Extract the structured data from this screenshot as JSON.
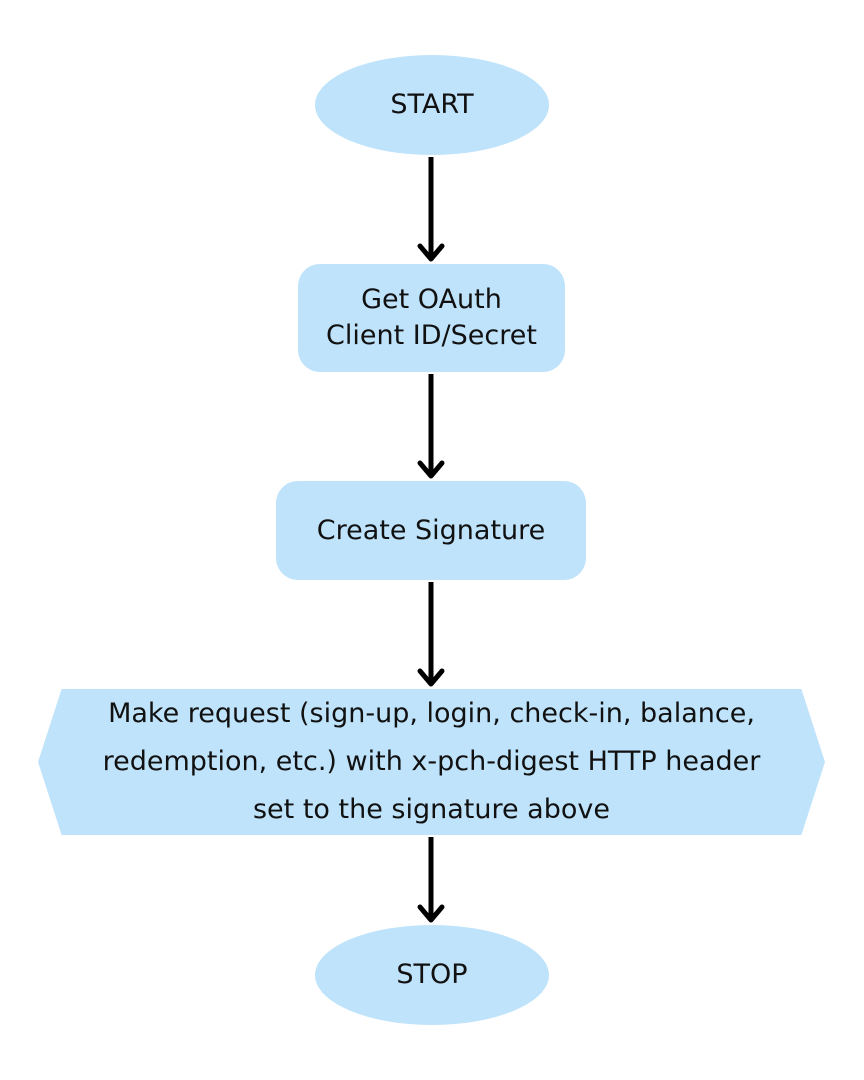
{
  "colors": {
    "node_fill": "#bfe3fb",
    "arrow": "#000000",
    "text": "#111111"
  },
  "nodes": {
    "start": {
      "label": "START"
    },
    "oauth": {
      "label_line1": "Get OAuth",
      "label_line2": "Client ID/Secret"
    },
    "signature": {
      "label": "Create Signature"
    },
    "request": {
      "label_line1": "Make request (sign-up, login, check-in, balance,",
      "label_line2": "redemption, etc.) with x-pch-digest HTTP header",
      "label_line3": "set to the signature above"
    },
    "stop": {
      "label": "STOP"
    }
  }
}
